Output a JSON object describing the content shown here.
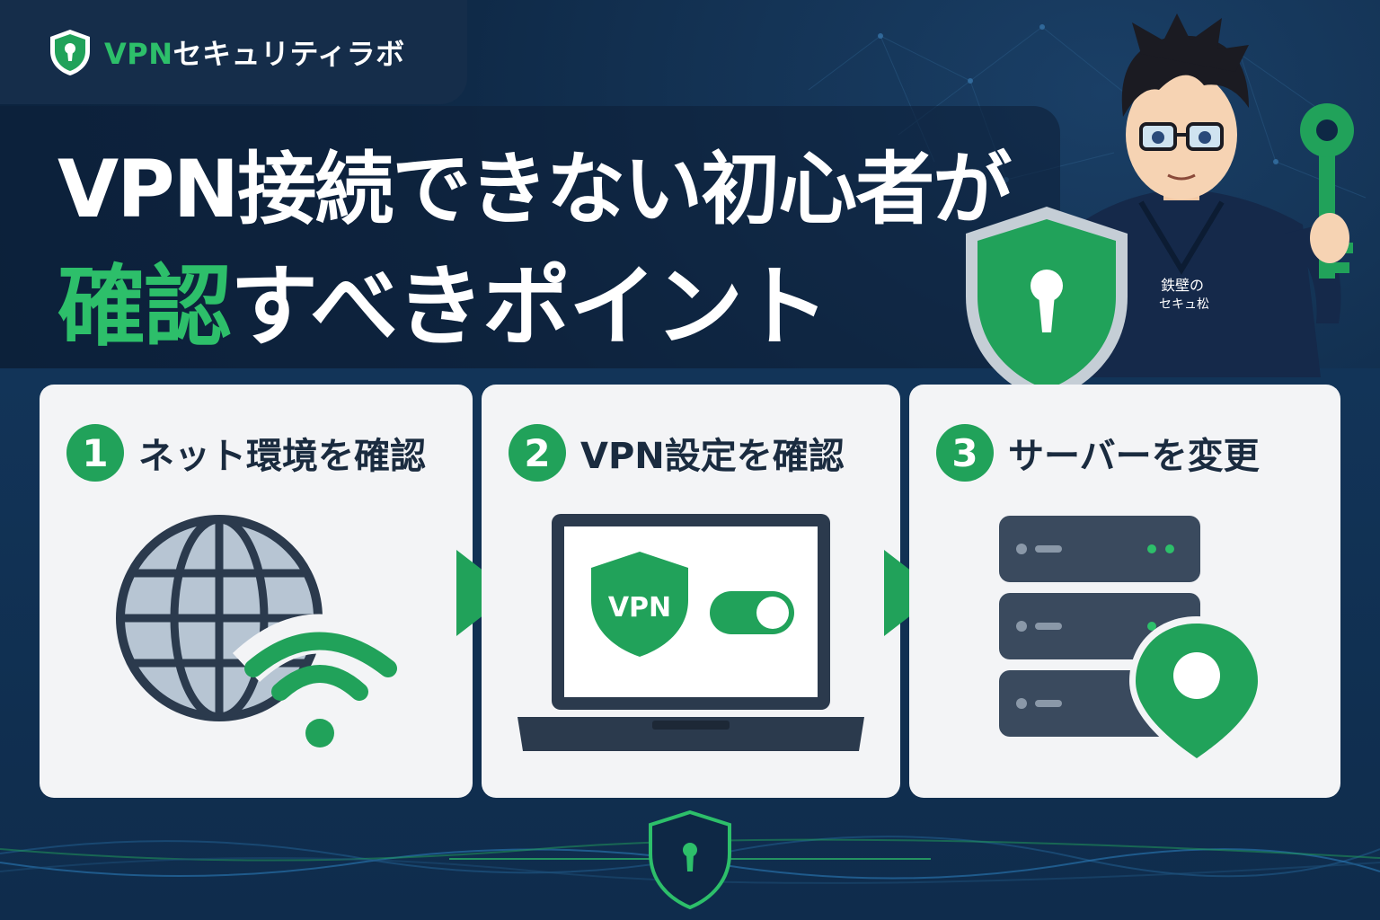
{
  "brand": {
    "name_part1": "VPN",
    "name_part2": "セキュリティラボ",
    "icon": "shield-keyhole-icon"
  },
  "hero": {
    "title_line1": "VPN接続できない初心者が",
    "title_line2_highlight": "確認",
    "title_line2_rest": "すべきポイント"
  },
  "character": {
    "jacket_text_line1": "鉄壁の",
    "jacket_text_line2": "セキュ松"
  },
  "steps": [
    {
      "number": "1",
      "label": "ネット環境を確認",
      "icon": "globe-wifi-icon"
    },
    {
      "number": "2",
      "label": "VPN設定を確認",
      "icon": "laptop-vpn-icon",
      "badge": "VPN"
    },
    {
      "number": "3",
      "label": "サーバーを変更",
      "icon": "server-location-icon"
    }
  ],
  "colors": {
    "accent": "#21a25a",
    "accent_light": "#2dbf6a",
    "navy": "#0d2440",
    "card": "#f3f4f6",
    "dark_icon": "#2b3a4d"
  }
}
